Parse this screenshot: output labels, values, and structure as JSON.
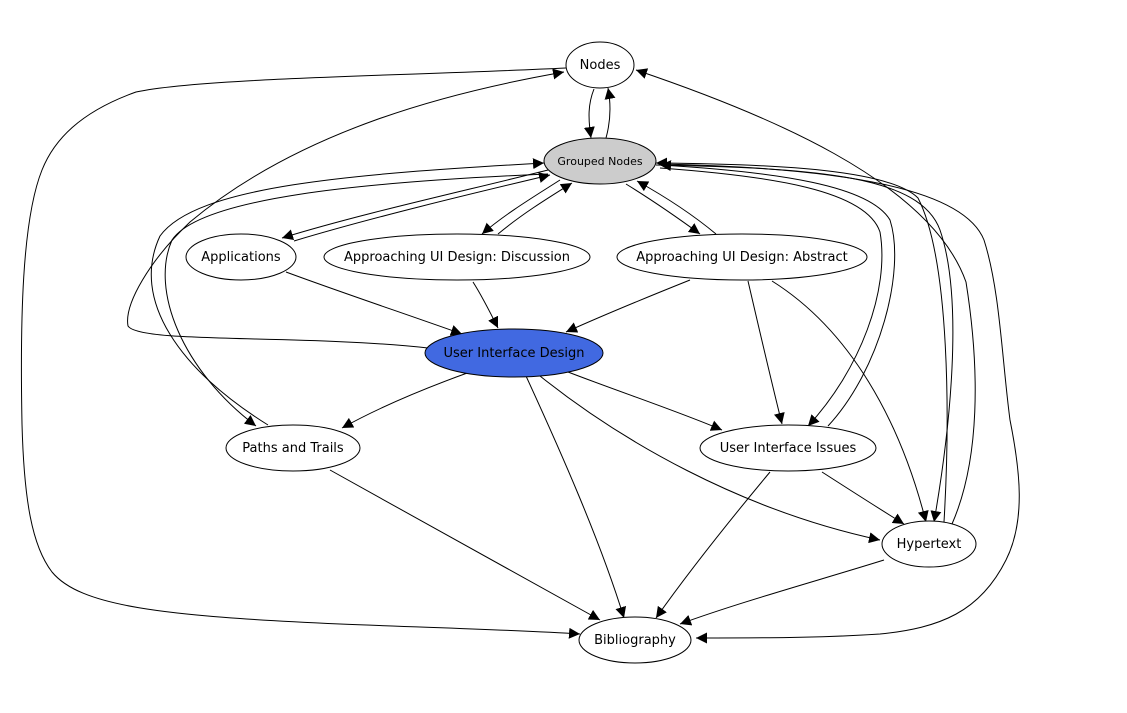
{
  "graph": {
    "nodes": [
      {
        "id": "nodes",
        "label": "Nodes",
        "fill": "#ffffff",
        "text_color": "#000000",
        "interactable": true
      },
      {
        "id": "grouped",
        "label": "Grouped Nodes",
        "fill": "#cccccc",
        "text_color": "#000000",
        "interactable": true
      },
      {
        "id": "applications",
        "label": "Applications",
        "fill": "#ffffff",
        "text_color": "#000000",
        "interactable": true
      },
      {
        "id": "approach-discussion",
        "label": "Approaching UI Design: Discussion",
        "fill": "#ffffff",
        "text_color": "#000000",
        "interactable": true
      },
      {
        "id": "approach-abstract",
        "label": "Approaching UI Design: Abstract",
        "fill": "#ffffff",
        "text_color": "#000000",
        "interactable": true
      },
      {
        "id": "ui-design",
        "label": "User Interface Design",
        "fill": "#4169e1",
        "text_color": "#000000",
        "interactable": true
      },
      {
        "id": "paths",
        "label": "Paths and Trails",
        "fill": "#ffffff",
        "text_color": "#000000",
        "interactable": true
      },
      {
        "id": "ui-issues",
        "label": "User Interface Issues",
        "fill": "#ffffff",
        "text_color": "#000000",
        "interactable": true
      },
      {
        "id": "hypertext",
        "label": "Hypertext",
        "fill": "#ffffff",
        "text_color": "#000000",
        "interactable": true
      },
      {
        "id": "bibliography",
        "label": "Bibliography",
        "fill": "#ffffff",
        "text_color": "#000000",
        "interactable": true
      }
    ],
    "edges": [
      {
        "from": "nodes",
        "to": "grouped"
      },
      {
        "from": "grouped",
        "to": "nodes"
      },
      {
        "from": "grouped",
        "to": "applications"
      },
      {
        "from": "applications",
        "to": "grouped"
      },
      {
        "from": "grouped",
        "to": "approach-discussion"
      },
      {
        "from": "approach-discussion",
        "to": "grouped"
      },
      {
        "from": "grouped",
        "to": "approach-abstract"
      },
      {
        "from": "approach-abstract",
        "to": "grouped"
      },
      {
        "from": "applications",
        "to": "ui-design"
      },
      {
        "from": "approach-discussion",
        "to": "ui-design"
      },
      {
        "from": "approach-abstract",
        "to": "ui-design"
      },
      {
        "from": "approach-abstract",
        "to": "ui-issues"
      },
      {
        "from": "approach-abstract",
        "to": "hypertext"
      },
      {
        "from": "ui-design",
        "to": "paths"
      },
      {
        "from": "ui-design",
        "to": "ui-issues"
      },
      {
        "from": "ui-design",
        "to": "hypertext"
      },
      {
        "from": "ui-design",
        "to": "bibliography"
      },
      {
        "from": "ui-design",
        "to": "nodes"
      },
      {
        "from": "paths",
        "to": "bibliography"
      },
      {
        "from": "paths",
        "to": "grouped"
      },
      {
        "from": "grouped",
        "to": "paths"
      },
      {
        "from": "ui-issues",
        "to": "bibliography"
      },
      {
        "from": "ui-issues",
        "to": "hypertext"
      },
      {
        "from": "ui-issues",
        "to": "grouped"
      },
      {
        "from": "grouped",
        "to": "ui-issues"
      },
      {
        "from": "hypertext",
        "to": "bibliography"
      },
      {
        "from": "hypertext",
        "to": "grouped"
      },
      {
        "from": "grouped",
        "to": "hypertext"
      },
      {
        "from": "hypertext",
        "to": "nodes"
      },
      {
        "from": "nodes",
        "to": "bibliography"
      },
      {
        "from": "grouped",
        "to": "bibliography"
      }
    ]
  }
}
